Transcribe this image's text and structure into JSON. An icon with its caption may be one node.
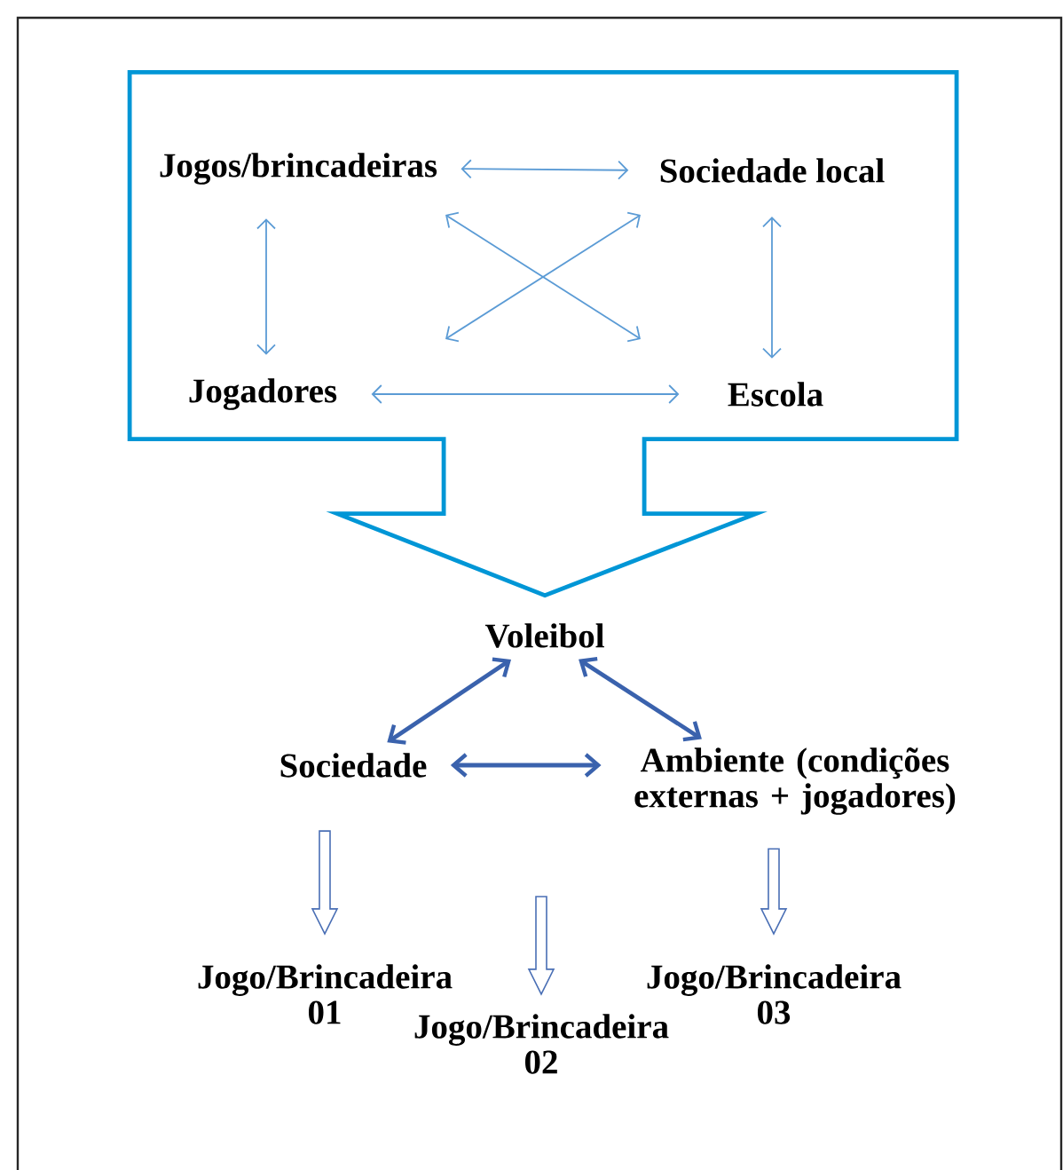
{
  "diagram": {
    "nodes": [
      {
        "text": [],
        "shape": "arrow"
      },
      {
        "text": [
          "Jogos/brincadeiras"
        ],
        "in": 0
      },
      {
        "text": [
          "Sociedade local"
        ],
        "in": 0
      },
      {
        "text": [
          "Jogadores"
        ],
        "in": 0
      },
      {
        "text": [
          "Escola"
        ],
        "in": 0
      },
      {
        "text": [
          "Voleibol"
        ]
      },
      {
        "text": [
          "Sociedade"
        ]
      },
      {
        "text": [
          "Ambiente (condições externas + jogadores)"
        ]
      },
      {
        "text": [
          "Jogo/Brincadeira 01"
        ]
      },
      {
        "text": [
          "Jogo/Brincadeira 02"
        ]
      },
      {
        "text": [
          "Jogo/Brincadeira 03"
        ]
      }
    ],
    "edges": [
      {
        "from": 1,
        "to": 2,
        "arrow": "both"
      },
      {
        "from": 1,
        "to": 3,
        "arrow": "both"
      },
      {
        "from": 2,
        "to": 4,
        "arrow": "both"
      },
      {
        "from": 3,
        "to": 4,
        "arrow": "both"
      },
      {
        "from": 1,
        "to": 4,
        "arrow": "both"
      },
      {
        "from": 2,
        "to": 3,
        "arrow": "both"
      },
      {
        "from": 5,
        "to": 6,
        "arrow": "both",
        "style": "thick",
        "color": "#3a62ad"
      },
      {
        "from": 5,
        "to": 7,
        "arrow": "both",
        "style": "thick",
        "color": "#3a62ad"
      },
      {
        "from": 6,
        "to": 7,
        "arrow": "both",
        "style": "thick",
        "color": "#3a62ad"
      },
      {
        "from": 6,
        "to": 8,
        "arrow": "to",
        "color": "#4a6fb5"
      },
      {
        "from": null,
        "to": 9,
        "arrow": "to",
        "color": "#4a6fb5"
      },
      {
        "from": 7,
        "to": 10,
        "arrow": "to",
        "color": "#4a6fb5"
      }
    ]
  }
}
